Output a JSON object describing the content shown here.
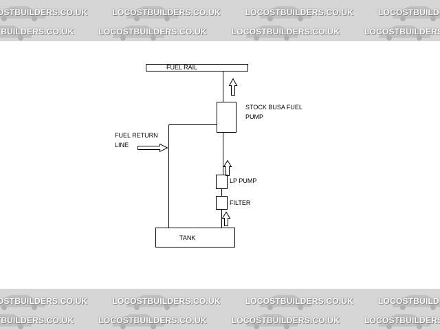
{
  "watermark": {
    "text": "LOCOSTBUILDERS.CO.UK",
    "band_color": "#d6d6d6"
  },
  "diagram": {
    "fuel_rail_label": "FUEL RAIL",
    "stock_pump_label_line1": "STOCK BUSA FUEL",
    "stock_pump_label_line2": "PUMP",
    "return_label_line1": "FUEL RETURN",
    "return_label_line2": "LINE",
    "lp_pump_label": "LP PUMP",
    "filter_label": "FILTER",
    "tank_label": "TANK",
    "line_color": "#000000"
  }
}
